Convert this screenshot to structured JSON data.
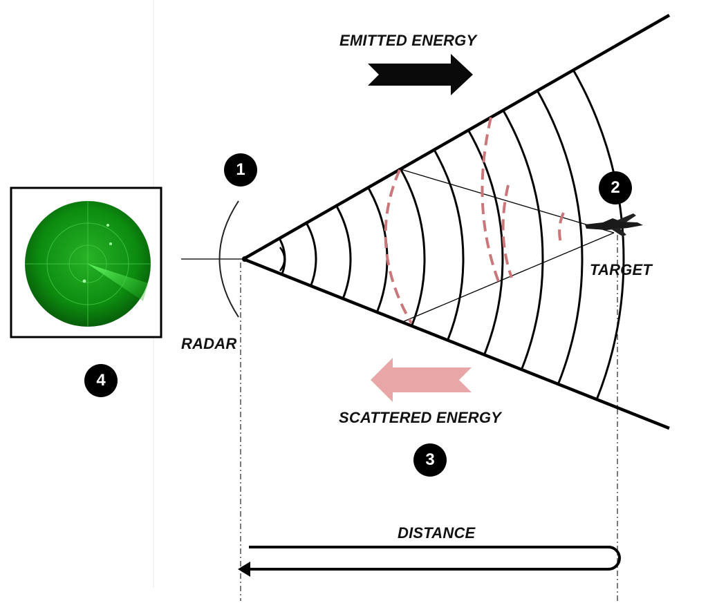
{
  "labels": {
    "emitted": "EMITTED ENERGY",
    "scattered": "SCATTERED ENERGY",
    "radar": "RADAR",
    "target": "TARGET",
    "distance": "DISTANCE"
  },
  "badges": [
    "1",
    "2",
    "3",
    "4"
  ],
  "colors": {
    "ink": "#000000",
    "scatter": "#c9777a",
    "scatter_arrow": "#e8a6a6",
    "scope_green": "#0e8a10",
    "scope_sweep": "#3bdc3b"
  },
  "icons": {
    "radar_antenna": "radar-dish-icon",
    "target": "jet-aircraft-icon",
    "display": "radar-scope-icon"
  }
}
